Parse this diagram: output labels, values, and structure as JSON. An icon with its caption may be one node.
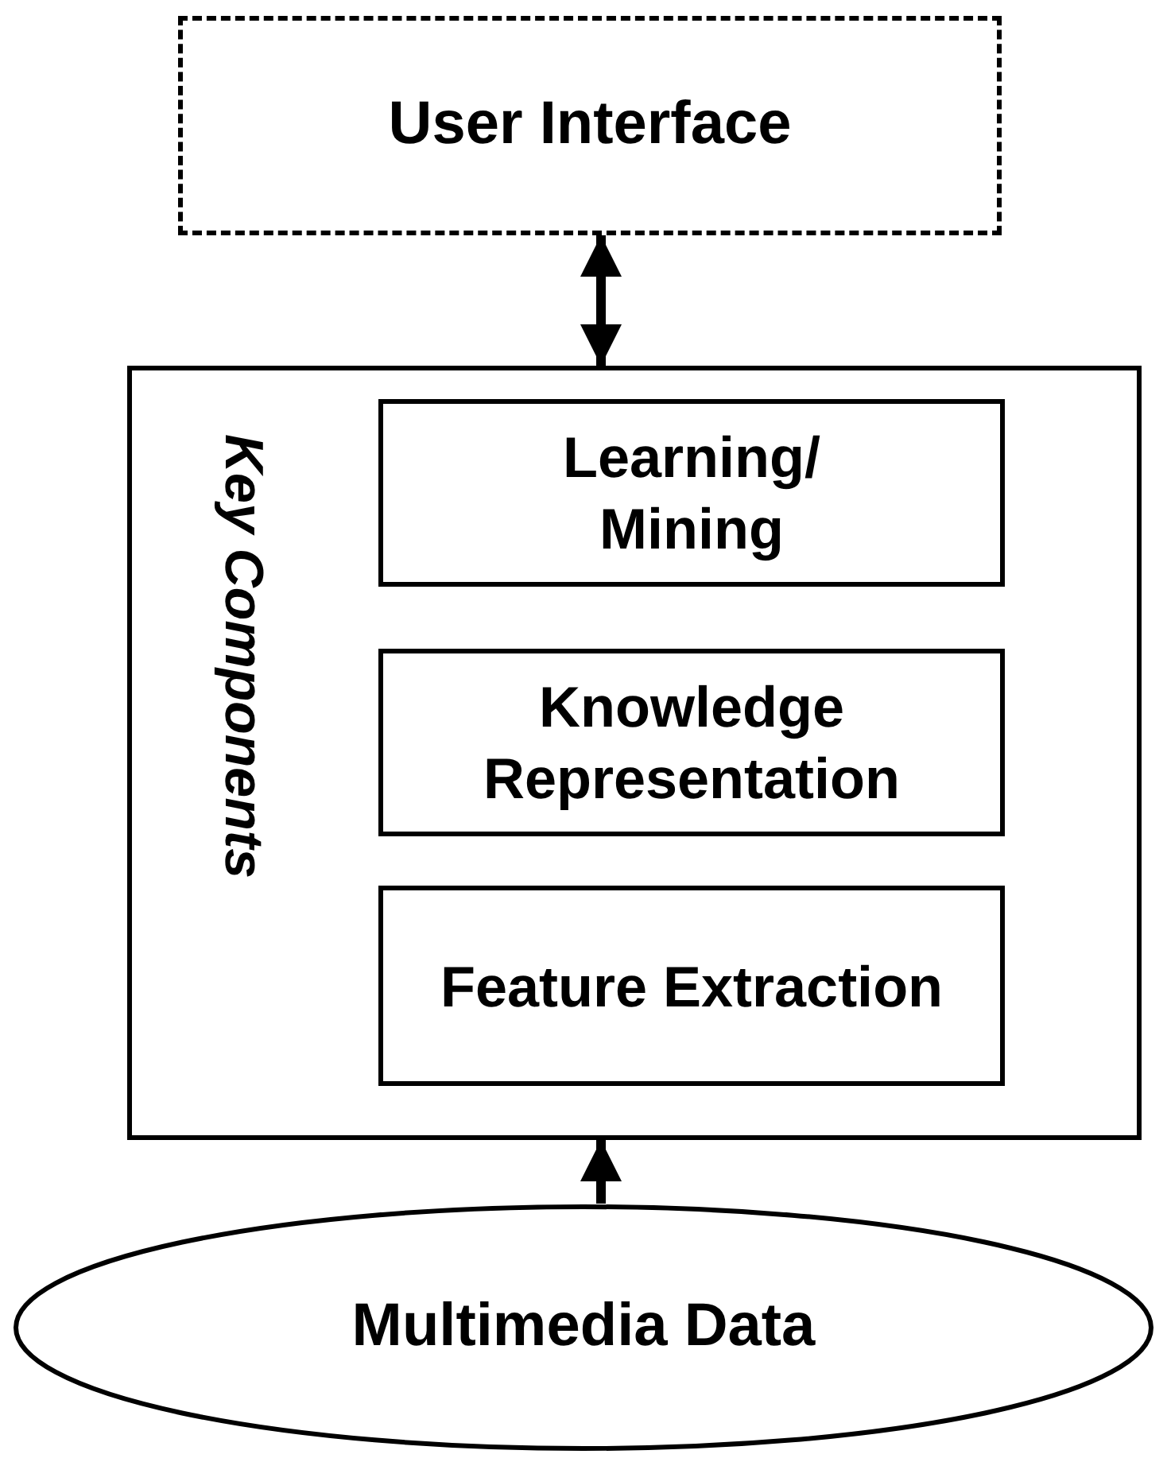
{
  "diagram": {
    "nodes": [
      {
        "text": [
          "User Interface"
        ]
      },
      {
        "text": [
          "Key Components"
        ]
      },
      {
        "text": [
          "Learning/ Mining"
        ],
        "in": 1
      },
      {
        "text": [
          "Knowledge Representation"
        ],
        "in": 1
      },
      {
        "text": [
          "Feature Extraction"
        ],
        "in": 1
      },
      {
        "text": [
          "Multimedia Data"
        ]
      }
    ],
    "edges": [
      {
        "from": 0,
        "to": 1,
        "arrow": "both"
      },
      {
        "from": 5,
        "to": 1,
        "arrow": "to"
      }
    ]
  }
}
